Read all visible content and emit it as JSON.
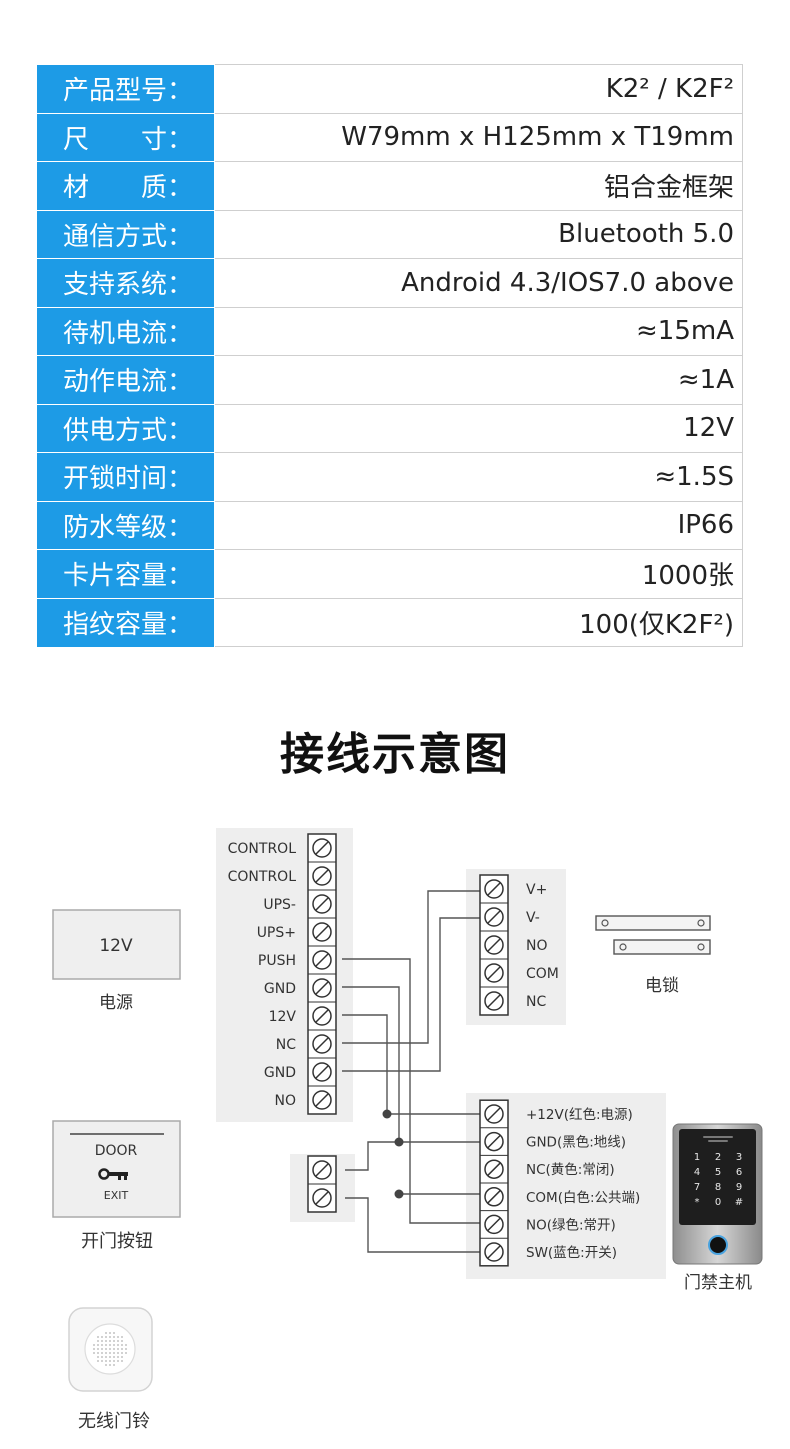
{
  "specs": {
    "rows": [
      {
        "label": "产品型号：",
        "value": "K2² / K2F²"
      },
      {
        "label": "尺　　寸：",
        "value": "W79mm x H125mm x T19mm"
      },
      {
        "label": "材　　质：",
        "value": "铝合金框架"
      },
      {
        "label": "通信方式：",
        "value": "Bluetooth 5.0"
      },
      {
        "label": "支持系统：",
        "value": "Android 4.3/IOS7.0 above"
      },
      {
        "label": "待机电流：",
        "value": "≈15mA"
      },
      {
        "label": "动作电流：",
        "value": "≈1A"
      },
      {
        "label": "供电方式：",
        "value": "12V"
      },
      {
        "label": "开锁时间：",
        "value": "≈1.5S"
      },
      {
        "label": "防水等级：",
        "value": "IP66"
      },
      {
        "label": "卡片容量：",
        "value": "1000张"
      },
      {
        "label": "指纹容量：",
        "value": "100(仅K2F²)"
      }
    ]
  },
  "wiring": {
    "title": "接线示意图",
    "main_terminals": [
      "CONTROL",
      "CONTROL",
      "UPS-",
      "UPS+",
      "PUSH",
      "GND",
      "12V",
      "NC",
      "GND",
      "NO"
    ],
    "lock_terminals": [
      "V+",
      "V-",
      "NO",
      "COM",
      "NC"
    ],
    "controller_terminals": [
      "+12V(红色:电源)",
      "GND(黑色:地线)",
      "NC(黄色:常闭)",
      "COM(白色:公共端)",
      "NO(绿色:常开)",
      "SW(蓝色:开关)"
    ],
    "power_supply": {
      "text": "12V",
      "caption": "电源"
    },
    "exit_button": {
      "door_text": "DOOR",
      "exit_text": "EXIT",
      "caption": "开门按钮"
    },
    "doorbell": {
      "caption": "无线门铃"
    },
    "electric_lock": {
      "caption": "电锁"
    },
    "access_controller": {
      "caption": "门禁主机",
      "keys": [
        "1",
        "2",
        "3",
        "4",
        "5",
        "6",
        "7",
        "8",
        "9",
        "*",
        "0",
        "#"
      ]
    }
  },
  "colors": {
    "header_blue": "#1d9be6",
    "panel_gray": "#eeeeee",
    "line": "#555555"
  }
}
